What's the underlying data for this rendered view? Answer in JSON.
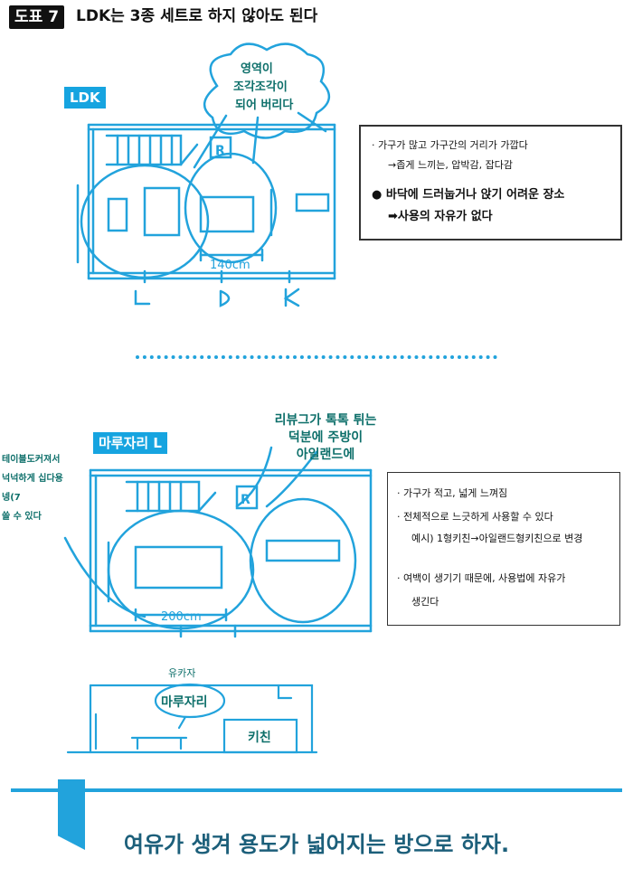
{
  "header": {
    "badge": "도표 7",
    "title": "LDK는 3종 세트로 하지 않아도 된다"
  },
  "section1": {
    "label": "LDK",
    "cloud_lines": [
      "영역이",
      "조각조각이",
      "되어 버리다"
    ],
    "dimension": "140cm",
    "room_letters": [
      "L",
      "D",
      "K"
    ],
    "fridge_letter": "R",
    "note": {
      "line1": "· 가구가 많고 가구간의 거리가 가깝다",
      "line2": "→좁게 느끼는, 압박감, 잡다감",
      "line3": "● 바닥에 드러눕거나 앉기 어려운 장소",
      "line4": "➡사용의 자유가 없다"
    }
  },
  "section2": {
    "label": "마루자리 L",
    "annotation_top": [
      "리뷰그가 톡톡 튀는",
      "덕분에 주방이",
      "아일랜드에"
    ],
    "annotation_left": [
      "테이블도커져서",
      "넉넉하게 십다용",
      "넹(7",
      "쓸 수 있다"
    ],
    "dimension": "200cm",
    "fridge_letter": "R",
    "note": {
      "line1": "· 가구가 적고, 넓게 느껴짐",
      "line2": "· 전체적으로 느긋하게 사용할 수 있다",
      "line3": "예시) 1형키친→아일랜드형키친으로 변경",
      "line4": "· 여백이 생기기 때문에, 사용법에 자유가",
      "line5": "생긴다"
    }
  },
  "section3": {
    "label_small": "유카자",
    "bubble": "마루자리",
    "kitchen": "키친"
  },
  "footer": {
    "text": "여유가 생겨 용도가 넓어지는 방으로 하자."
  },
  "colors": {
    "sketch_blue": "#22a3dc",
    "teal": "#0d6f6a"
  }
}
